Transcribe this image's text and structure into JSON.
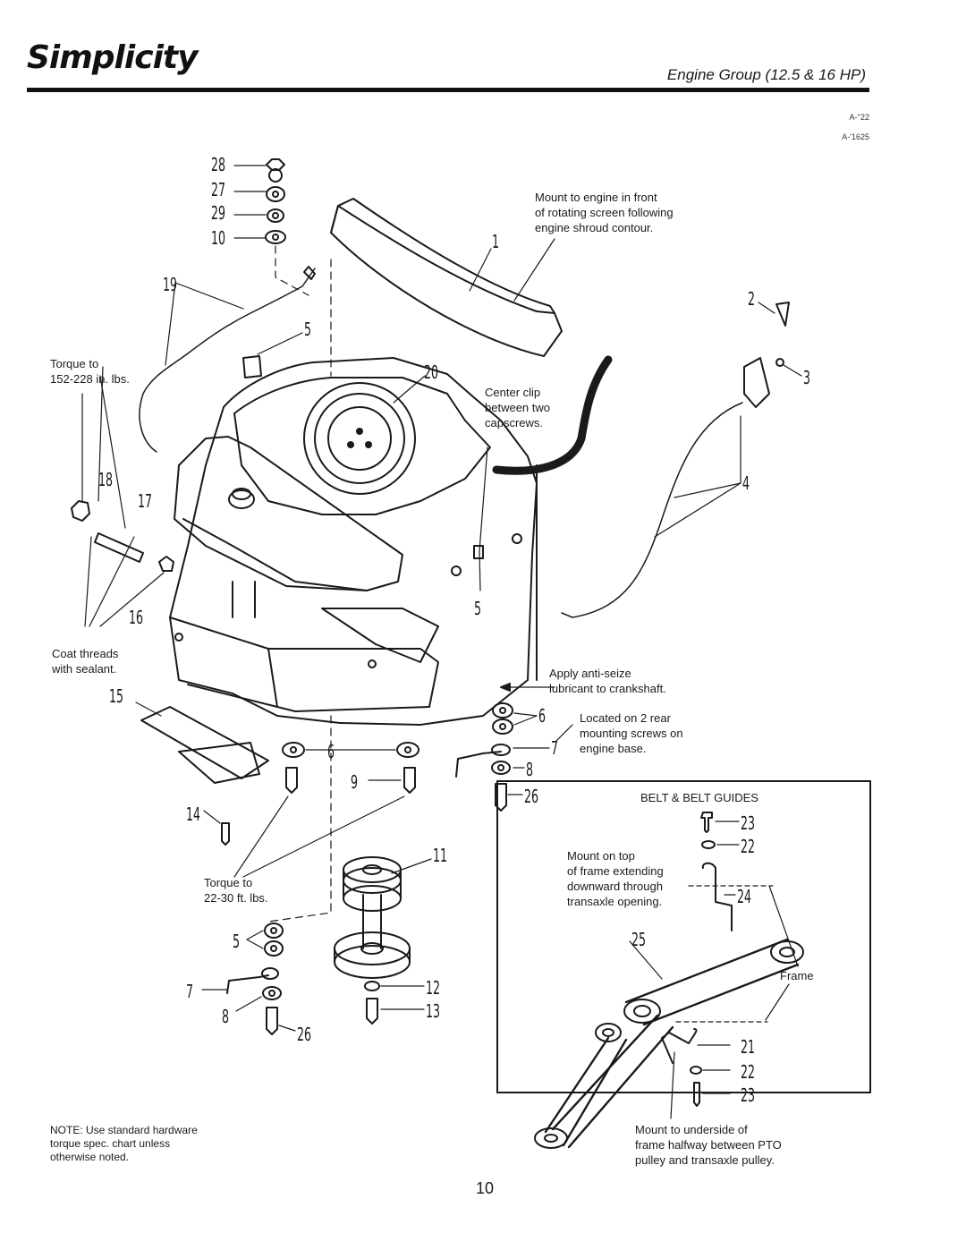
{
  "header": {
    "brand": "Simplicity",
    "title": "Engine Group (12.5 & 16 HP)",
    "refs": [
      "A-''22",
      "A-'1625"
    ]
  },
  "callouts": {
    "mount_screen": [
      "Mount to engine in front",
      "of rotating screen following",
      "engine shroud contour."
    ],
    "torque_top": [
      "Torque to",
      "152-228 in. lbs."
    ],
    "center_clip": [
      "Center clip",
      "between two",
      "capscrews."
    ],
    "coat_threads": [
      "Coat threads",
      "with sealant."
    ],
    "anti_seize": [
      "Apply anti-seize",
      "lubricant to crankshaft."
    ],
    "rear_screws": [
      "Located on 2 rear",
      "mounting screws on",
      "engine base."
    ],
    "torque_bottom": [
      "Torque to",
      "22-30 ft. lbs."
    ],
    "mount_top": [
      "Mount on top",
      "of frame extending",
      "downward through",
      "transaxle opening."
    ],
    "frame": "Frame",
    "mount_under": [
      "Mount to underside of",
      "frame halfway between PTO",
      "pulley and transaxle pulley."
    ]
  },
  "box_title": "BELT & BELT GUIDES",
  "note": [
    "NOTE: Use standard hardware",
    "torque spec. chart unless",
    "otherwise noted."
  ],
  "page_number": "10",
  "part_numbers": {
    "p28": "28",
    "p27": "27",
    "p29": "29",
    "p10": "10",
    "p19": "19",
    "p1": "1",
    "p2": "2",
    "p3": "3",
    "p4": "4",
    "p5a": "5",
    "p20": "20",
    "p18": "18",
    "p17": "17",
    "p5b": "5",
    "p16": "16",
    "p15": "15",
    "p6a": "6",
    "p6b": "6",
    "p7a": "7",
    "p8a": "8",
    "p26a": "26",
    "p9": "9",
    "p14": "14",
    "p11": "11",
    "p5c": "5",
    "p7b": "7",
    "p8b": "8",
    "p26b": "26",
    "p12": "12",
    "p13": "13",
    "p23a": "23",
    "p22a": "22",
    "p24": "24",
    "p25": "25",
    "p21": "21",
    "p22b": "22",
    "p23b": "23"
  }
}
